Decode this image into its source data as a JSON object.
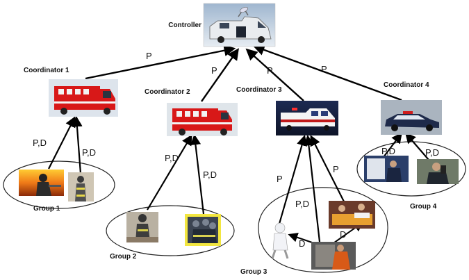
{
  "nodes": {
    "controller": {
      "label": "Controller",
      "icon": "van-icon"
    },
    "coordinator_1": {
      "label": "Coordinator 1",
      "icon": "fire-truck-icon"
    },
    "coordinator_2": {
      "label": "Coordinator 2",
      "icon": "fire-truck-icon"
    },
    "coordinator_3": {
      "label": "Coordinator 3",
      "icon": "ambulance-icon"
    },
    "coordinator_4": {
      "label": "Coordinator 4",
      "icon": "police-car-icon"
    }
  },
  "groups": {
    "group_1": {
      "label": "Group 1",
      "members": [
        "firefighter-icon",
        "firefighter-icon"
      ]
    },
    "group_2": {
      "label": "Group 2",
      "members": [
        "firefighter-icon",
        "firefighter-team-icon"
      ]
    },
    "group_3": {
      "label": "Group 3",
      "members": [
        "hazmat-suit-icon",
        "paramedic-team-icon",
        "rescuer-icon"
      ]
    },
    "group_4": {
      "label": "Group 4",
      "members": [
        "police-officer-icon",
        "police-officer-icon"
      ]
    }
  },
  "edges": [
    {
      "from": "coordinator_1",
      "to": "controller",
      "label": "P"
    },
    {
      "from": "coordinator_2",
      "to": "controller",
      "label": "P"
    },
    {
      "from": "coordinator_3",
      "to": "controller",
      "label": "P"
    },
    {
      "from": "coordinator_4",
      "to": "controller",
      "label": "P"
    },
    {
      "from": "group_1",
      "to": "coordinator_1",
      "label": "P,D"
    },
    {
      "from": "group_1",
      "to": "coordinator_1",
      "label": "P,D"
    },
    {
      "from": "group_2",
      "to": "coordinator_2",
      "label": "P,D"
    },
    {
      "from": "group_2",
      "to": "coordinator_2",
      "label": "P,D"
    },
    {
      "from": "group_3",
      "to": "coordinator_3",
      "label": "P"
    },
    {
      "from": "group_3",
      "to": "coordinator_3",
      "label": "P,D"
    },
    {
      "from": "group_3",
      "to": "coordinator_3",
      "label": "P"
    },
    {
      "from": "group_4",
      "to": "coordinator_4",
      "label": "P,D"
    },
    {
      "from": "group_4",
      "to": "coordinator_4",
      "label": "P,D"
    },
    {
      "from": "group_3_member",
      "to": "group_3_member",
      "label": "D"
    },
    {
      "from": "group_3_member",
      "to": "group_3_member",
      "label": "D"
    }
  ],
  "colors": {
    "arrow": "#000000",
    "fire_truck_red": "#d81818",
    "ambulance_blue": "#2a3c78",
    "police_dark": "#1e2a4a",
    "highlight": "#f2e640"
  }
}
